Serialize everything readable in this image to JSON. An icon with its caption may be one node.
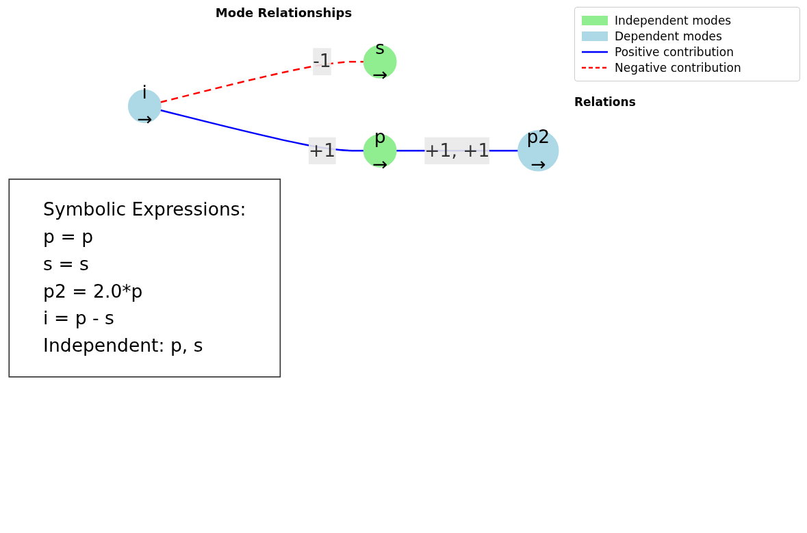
{
  "diagram": {
    "title": "Mode Relationships",
    "nodes": [
      {
        "text": [
          "s",
          "→"
        ]
      },
      {
        "text": [
          "i",
          "→"
        ]
      },
      {
        "text": [
          "p",
          "→"
        ]
      },
      {
        "text": [
          "p2",
          "→"
        ]
      },
      {
        "text": [
          "Symbolic Expressions:",
          "p = p",
          "s = s",
          "p2 = 2.0*p",
          "i = p - s",
          "Independent: p, s"
        ]
      }
    ],
    "edges": [
      {
        "from": 1,
        "to": 0,
        "arrow": "none",
        "label": "-1",
        "style": "dashed",
        "color": "#ff0000"
      },
      {
        "from": 1,
        "to": 2,
        "arrow": "none",
        "label": "+1"
      },
      {
        "from": 2,
        "to": 3,
        "arrow": "none",
        "label": "+1, +1"
      }
    ],
    "labels": [
      "Relations"
    ],
    "legend": [
      {
        "text": "Independent modes",
        "color": "#90ee90"
      },
      {
        "text": "Dependent modes",
        "color": "#add8e6"
      },
      {
        "text": "Positive contribution"
      },
      {
        "text": "Negative contribution"
      }
    ]
  }
}
